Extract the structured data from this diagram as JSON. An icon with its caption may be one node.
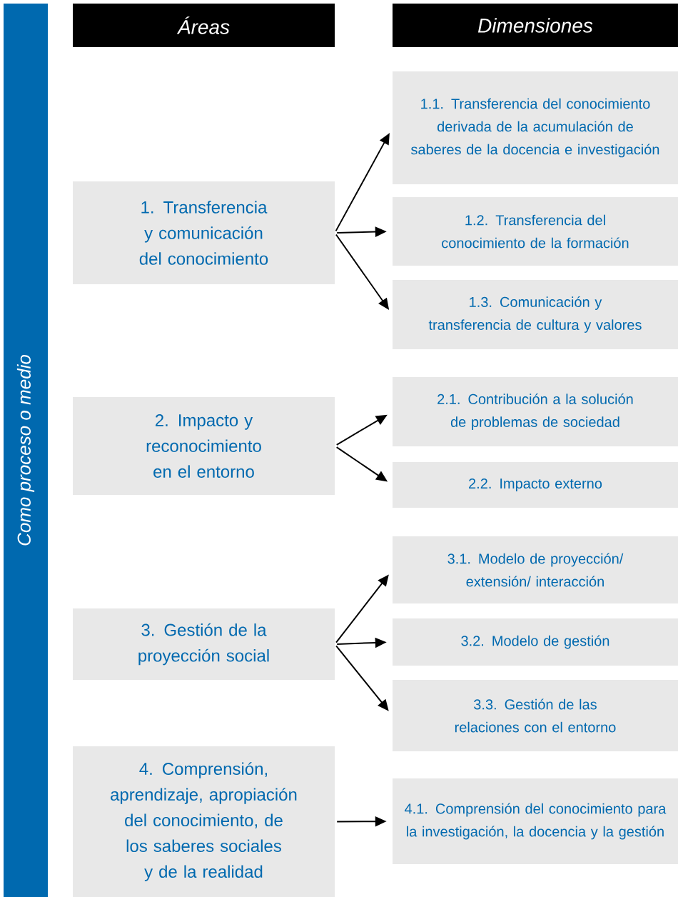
{
  "diagram": {
    "nodes": [
      {
        "text": [
          "Como proceso o medio"
        ]
      },
      {
        "text": [
          "Áreas"
        ]
      },
      {
        "text": [
          "Dimensiones"
        ]
      },
      {
        "text": [
          "1. Transferencia y comunicación del conocimiento"
        ]
      },
      {
        "text": [
          "1.1. Transferencia del conocimiento derivada de la acumulación de saberes de la docencia e investigación"
        ]
      },
      {
        "text": [
          "1.2. Transferencia del conocimiento de la formación"
        ]
      },
      {
        "text": [
          "1.3. Comunicación y transferencia de cultura y valores"
        ]
      },
      {
        "text": [
          "2. Impacto y reconocimiento en el entorno"
        ]
      },
      {
        "text": [
          "2.1. Contribución a la solución de problemas de sociedad"
        ]
      },
      {
        "text": [
          "2.2. Impacto externo"
        ]
      },
      {
        "text": [
          "3. Gestión de la proyección social"
        ]
      },
      {
        "text": [
          "3.1. Modelo de proyección/ extensión/ interacción"
        ]
      },
      {
        "text": [
          "3.2. Modelo de gestión"
        ]
      },
      {
        "text": [
          "3.3. Gestión de las relaciones con el entorno"
        ]
      },
      {
        "text": [
          "4. Comprensión, aprendizaje, apropiación del conocimiento, de los saberes sociales y de la realidad"
        ]
      },
      {
        "text": [
          "4.1. Comprensión del conocimiento para la investigación, la docencia y la gestión"
        ]
      }
    ],
    "edges": [
      {
        "from": 3,
        "to": 4,
        "arrow": "to"
      },
      {
        "from": 3,
        "to": 5,
        "arrow": "to"
      },
      {
        "from": 3,
        "to": 6,
        "arrow": "to"
      },
      {
        "from": 7,
        "to": 8,
        "arrow": "to"
      },
      {
        "from": 7,
        "to": 9,
        "arrow": "to"
      },
      {
        "from": 10,
        "to": 11,
        "arrow": "to"
      },
      {
        "from": 10,
        "to": 12,
        "arrow": "to"
      },
      {
        "from": 10,
        "to": 13,
        "arrow": "to"
      },
      {
        "from": 14,
        "to": 15,
        "arrow": "to"
      }
    ]
  }
}
